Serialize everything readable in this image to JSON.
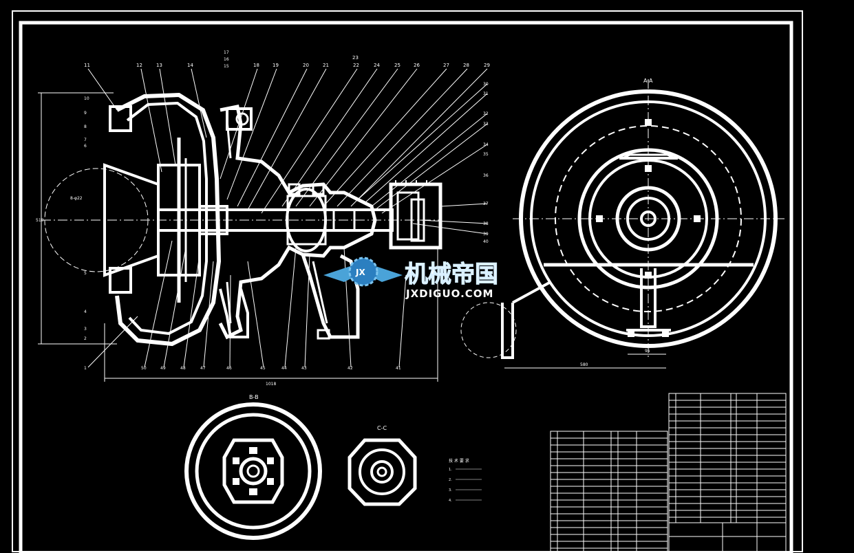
{
  "drawing": {
    "section_aa_label": "A-A",
    "section_bb_label": "B-B",
    "section_cc_label": "C-C",
    "dim_length_main": "1018",
    "dim_height_main": "510",
    "dim_length_right": "580",
    "dim_small_right": "95",
    "dim_bolt_circle": "8-φ22"
  },
  "callouts_top": [
    "11",
    "12",
    "13",
    "14",
    "18",
    "19",
    "20",
    "21",
    "22",
    "24",
    "25",
    "26",
    "27",
    "28",
    "29"
  ],
  "callouts_top_stack": [
    "17",
    "16",
    "15"
  ],
  "callouts_23": "23",
  "callouts_left": [
    "10",
    "9",
    "8",
    "7",
    "6",
    "5",
    "4",
    "3",
    "2"
  ],
  "callouts_right": [
    "30",
    "31",
    "32",
    "33",
    "34",
    "35",
    "36",
    "37",
    "38",
    "39",
    "40"
  ],
  "callouts_bottom": [
    "1",
    "50",
    "49",
    "48",
    "47",
    "46",
    "45",
    "44",
    "43",
    "42",
    "41"
  ],
  "watermark": {
    "title": "机械帝国",
    "url": "JXDIGUO.COM",
    "badge": "JX"
  },
  "tech_notes": {
    "title": "技 术 要 求",
    "lines": [
      "1.",
      "2.",
      "3.",
      "4."
    ]
  }
}
